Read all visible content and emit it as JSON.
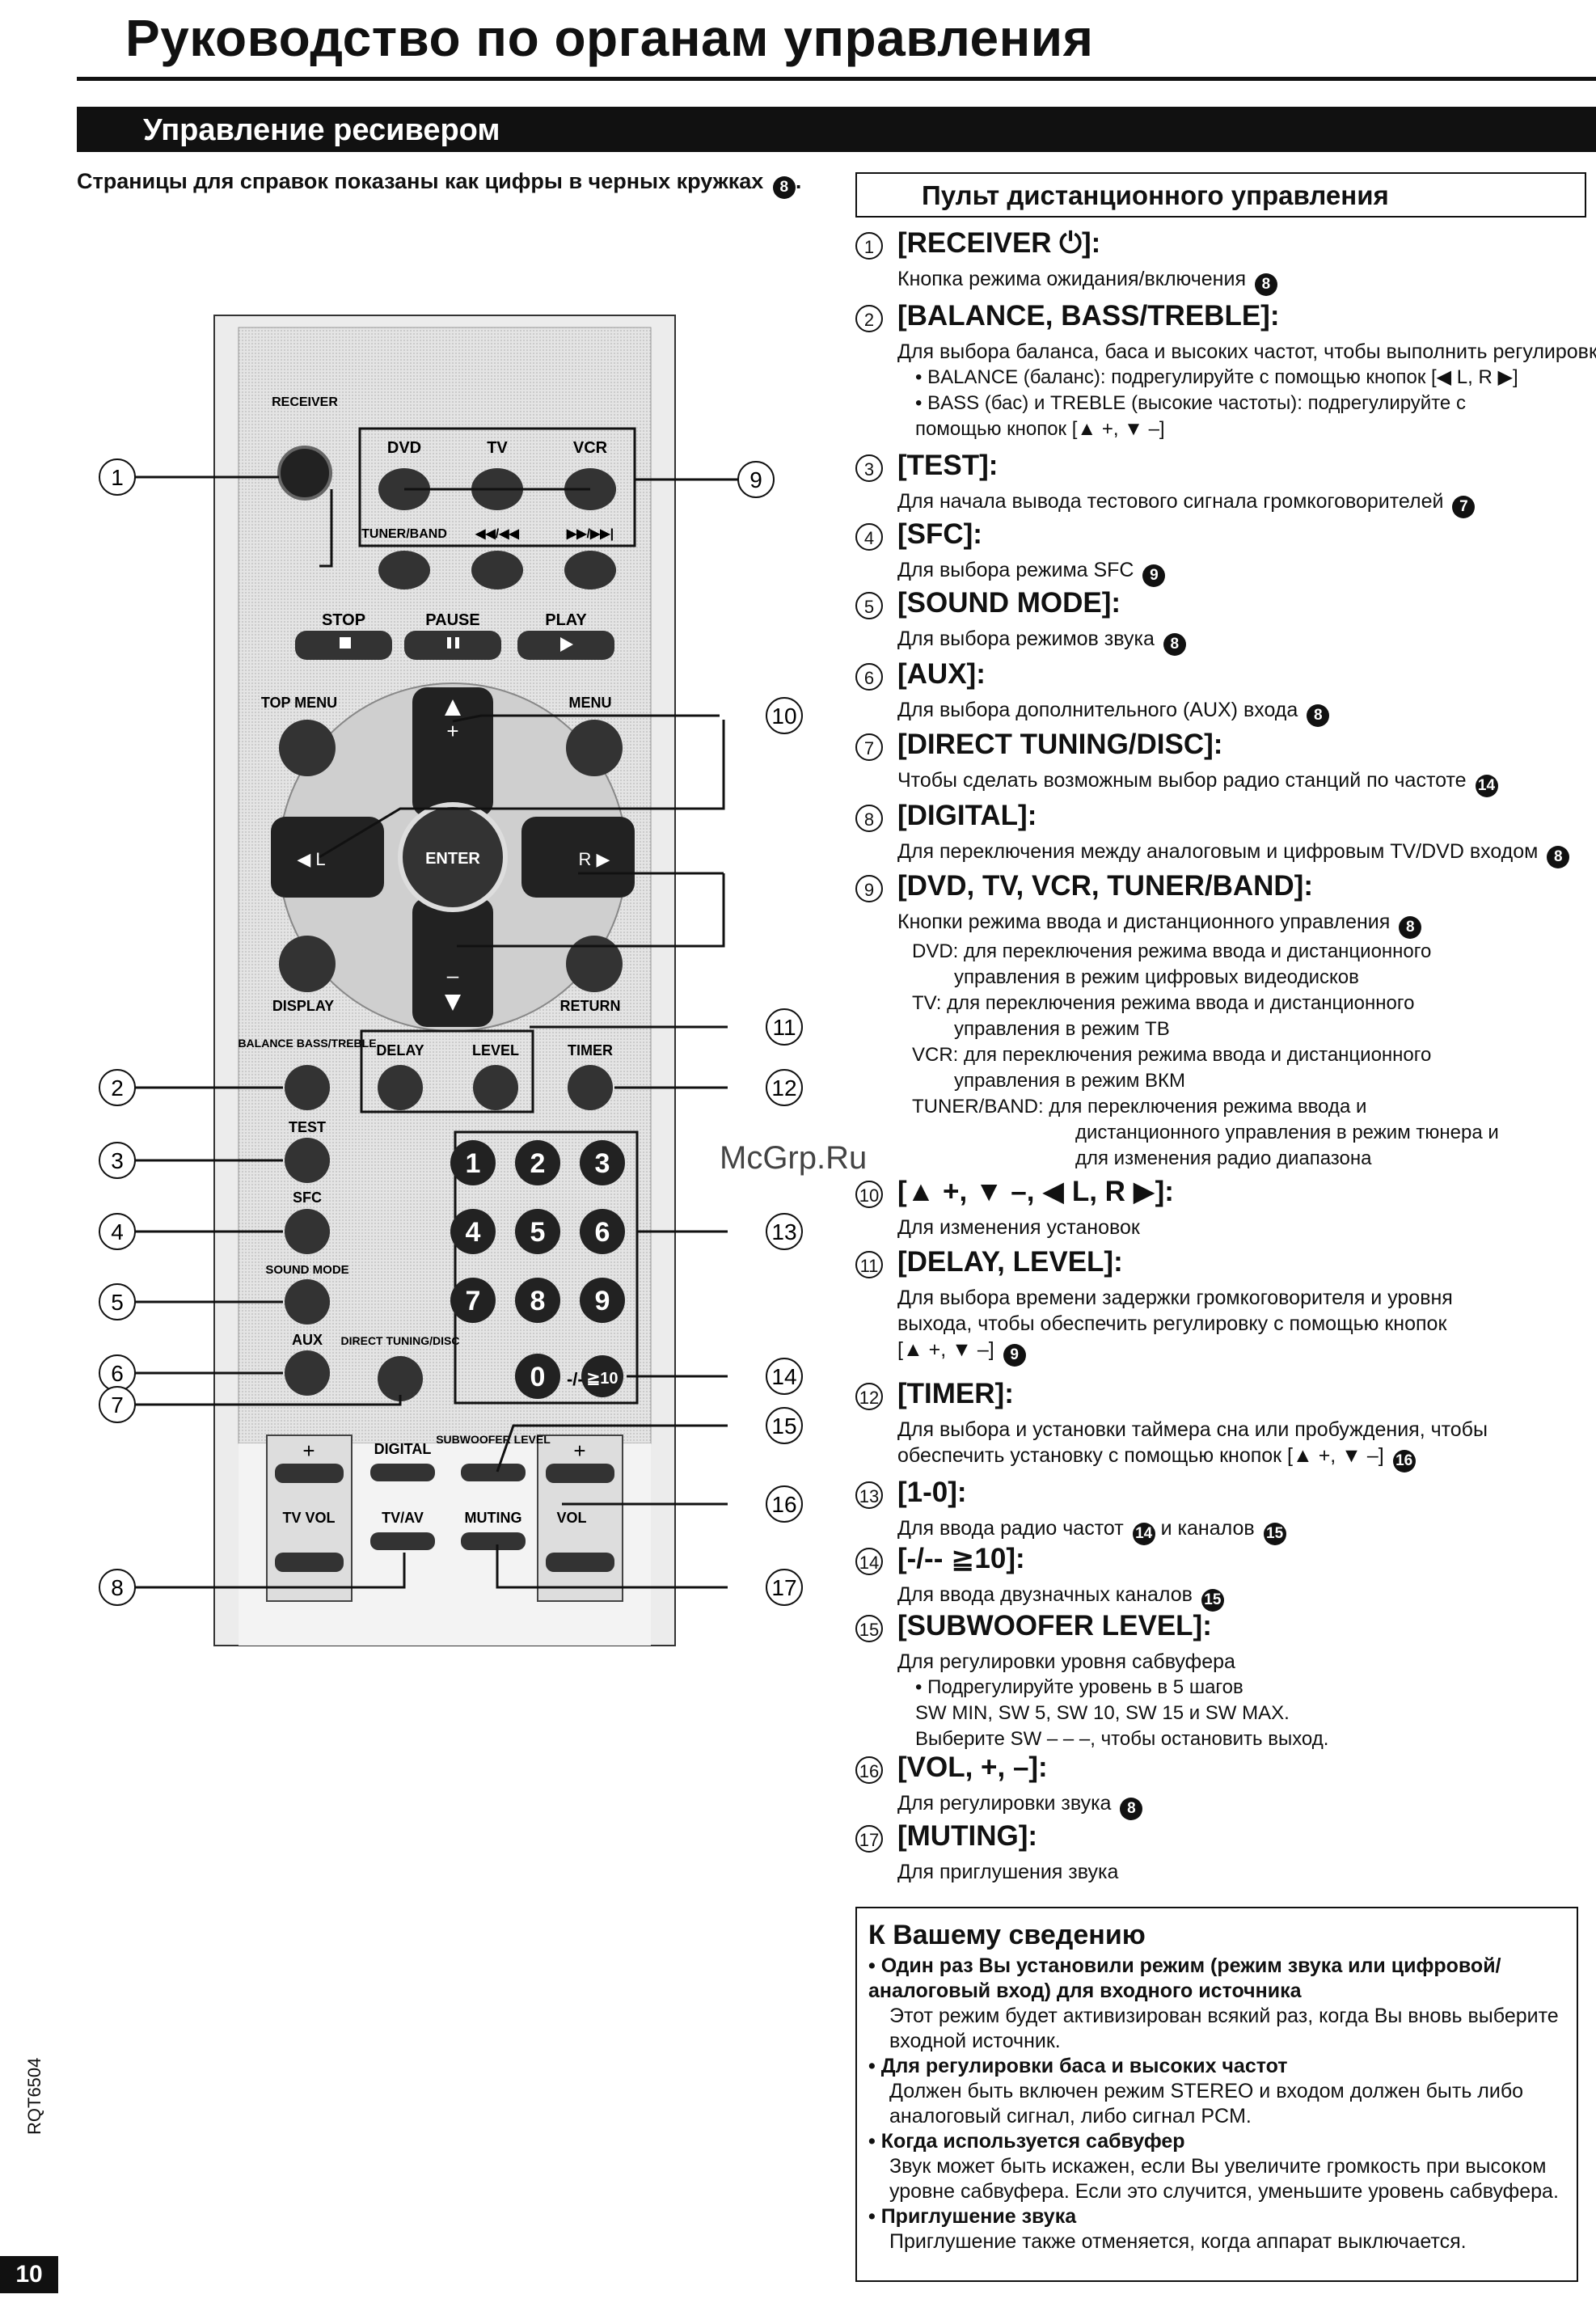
{
  "title": "Руководство по органам управления",
  "section": "Управление ресивером",
  "reference_note": "Страницы для справок показаны как цифры в черных кружках",
  "reference_note_example": "8",
  "remote_heading": "Пульт дистанционного управления",
  "items": [
    {
      "n": "1",
      "title": "[RECEIVER ⏻]:",
      "desc": "Кнопка режима ожидания/включения",
      "page": "8"
    },
    {
      "n": "2",
      "title": "[BALANCE, BASS/TREBLE]:",
      "desc": "Для выбора баланса, баса и высоких частот, чтобы выполнить регулировку",
      "bullets": [
        "BALANCE (баланс): подрегулируйте с помощью кнопок [◀ L, R ▶]",
        "BASS (бас) и TREBLE (высокие частоты): подрегулируйте с",
        "помощью кнопок [▲ +, ▼ –]"
      ]
    },
    {
      "n": "3",
      "title": "[TEST]:",
      "desc": "Для начала вывода тестового сигнала громкоговорителей",
      "page": "7"
    },
    {
      "n": "4",
      "title": "[SFC]:",
      "desc": "Для выбора режима SFC",
      "page": "9"
    },
    {
      "n": "5",
      "title": "[SOUND MODE]:",
      "desc": "Для выбора режимов звука",
      "page": "8"
    },
    {
      "n": "6",
      "title": "[AUX]:",
      "desc": "Для выбора дополнительного (AUX) входа",
      "page": "8"
    },
    {
      "n": "7",
      "title": "[DIRECT TUNING/DISC]:",
      "desc": "Чтобы сделать возможным выбор радио станций по частоте",
      "page": "14"
    },
    {
      "n": "8",
      "title": "[DIGITAL]:",
      "desc": "Для переключения между аналоговым и цифровым TV/DVD входом",
      "page": "8"
    },
    {
      "n": "9",
      "title": "[DVD, TV, VCR, TUNER/BAND]:",
      "desc": "Кнопки режима ввода и дистанционного управления",
      "page": "8",
      "sub": [
        "DVD: для переключения режима ввода и дистанционного",
        "управления в режим цифровых видеодисков",
        "TV: для переключения режима ввода и дистанционного",
        "управления в режим ТВ",
        "VCR: для переключения режима ввода и дистанционного",
        "управления в режим ВКМ",
        "TUNER/BAND: для переключения режима ввода и",
        "дистанционного управления в режим тюнера и",
        "для изменения радио диапазона"
      ]
    },
    {
      "n": "10",
      "title": "[▲ +, ▼ –, ◀ L, R ▶]:",
      "desc": "Для изменения установок"
    },
    {
      "n": "11",
      "title": "[DELAY, LEVEL]:",
      "desc": "Для выбора времени задержки громкоговорителя и уровня",
      "desc2": "выхода, чтобы обеспечить регулировку с помощью кнопок",
      "desc3": "[▲ +, ▼ –]",
      "page": "9"
    },
    {
      "n": "12",
      "title": "[TIMER]:",
      "desc": "Для выбора и установки таймера сна или пробуждения, чтобы",
      "desc2": "обеспечить установку с помощью кнопок [▲ +, ▼ –]",
      "page": "16"
    },
    {
      "n": "13",
      "title": "[1-0]:",
      "desc": "Для ввода радио частот",
      "page": "14",
      "desc_b": "и каналов",
      "page_b": "15"
    },
    {
      "n": "14",
      "title": "[-/-- ≧10]:",
      "desc": "Для ввода двузначных каналов",
      "page": "15"
    },
    {
      "n": "15",
      "title": "[SUBWOOFER LEVEL]:",
      "desc": "Для регулировки уровня сабвуфера",
      "bullets": [
        "Подрегулируйте уровень в 5 шагов",
        "SW MIN, SW 5, SW 10, SW 15 и SW MAX.",
        "Выберите SW – – –, чтобы остановить выход."
      ]
    },
    {
      "n": "16",
      "title": "[VOL, +, –]:",
      "desc": "Для регулировки звука",
      "page": "8"
    },
    {
      "n": "17",
      "title": "[MUTING]:",
      "desc": "Для приглушения звука"
    }
  ],
  "info": {
    "title": "К Вашему сведению",
    "entries": [
      {
        "head": "Один раз Вы установили режим (режим звука или цифровой/аналоговый вход) для входного источника",
        "body": "Этот режим будет активизирован всякий раз, когда Вы вновь выберите входной источник."
      },
      {
        "head": "Для регулировки баса и высоких частот",
        "body": "Должен быть включен режим STEREO и входом должен быть либо аналоговый сигнал, либо сигнал PCM."
      },
      {
        "head": "Когда используется сабвуфер",
        "body": "Звук может быть искажен, если Вы увеличите громкость при высоком уровне сабвуфера. Если это случится, уменьшите уровень сабвуфера."
      },
      {
        "head": "Приглушение звука",
        "body": "Приглушение также отменяется, когда аппарат выключается."
      }
    ]
  },
  "remote_labels": {
    "receiver": "RECEIVER",
    "dvd": "DVD",
    "tv": "TV",
    "vcr": "VCR",
    "tuner": "TUNER/BAND",
    "rew": "◀◀/◀◀",
    "ff": "▶▶/▶▶|",
    "stop": "STOP",
    "pause": "PAUSE",
    "play": "PLAY",
    "top_menu": "TOP MENU",
    "menu": "MENU",
    "enter": "ENTER",
    "l": "◀ L",
    "r": "R ▶",
    "plus": "+",
    "minus": "–",
    "display": "DISPLAY",
    "return": "RETURN",
    "balance": "BALANCE BASS/TREBLE",
    "delay": "DELAY",
    "level": "LEVEL",
    "timer": "TIMER",
    "test": "TEST",
    "sfc": "SFC",
    "sound_mode": "SOUND MODE",
    "aux": "AUX",
    "direct": "DIRECT TUNING/DISC",
    "digits": [
      "1",
      "2",
      "3",
      "4",
      "5",
      "6",
      "7",
      "8",
      "9",
      "0"
    ],
    "dash": "-/--",
    "ten": "≧10",
    "tv_vol": "TV VOL",
    "digital": "DIGITAL",
    "tv_av": "TV/AV",
    "subwoofer": "SUBWOOFER LEVEL",
    "muting": "MUTING",
    "vol": "VOL"
  },
  "callouts": [
    "1",
    "9",
    "10",
    "11",
    "12",
    "2",
    "3",
    "13",
    "4",
    "5",
    "6",
    "14",
    "7",
    "15",
    "16",
    "8",
    "17"
  ],
  "watermark": "McGrp.Ru",
  "side_code": "RQT6504",
  "page_number": "10"
}
